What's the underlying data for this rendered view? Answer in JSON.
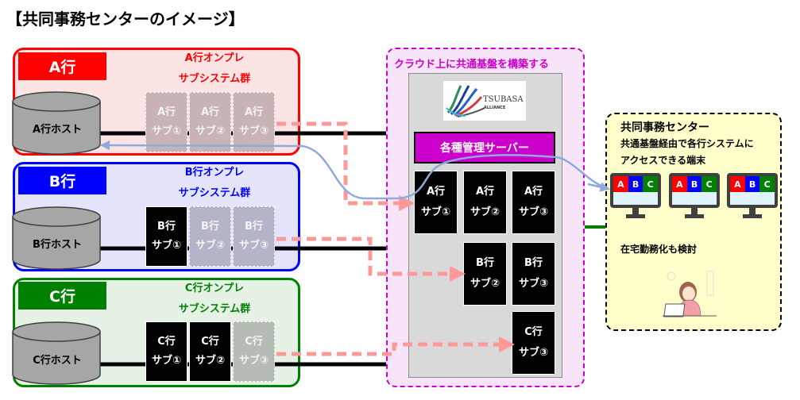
{
  "title": "【共同事務センターのイメージ】",
  "banks": [
    {
      "id": "a",
      "tag": "A行",
      "subtitle1": "A行オンプレ",
      "subtitle2": "サブシステム群",
      "host": "A行ホスト",
      "color": "#ff0000",
      "bg": "#fde4e4",
      "subs": [
        {
          "line1": "A行",
          "line2": "サブ①",
          "active": false
        },
        {
          "line1": "A行",
          "line2": "サブ②",
          "active": false
        },
        {
          "line1": "A行",
          "line2": "サブ③",
          "active": false
        }
      ]
    },
    {
      "id": "b",
      "tag": "B行",
      "subtitle1": "B行オンプレ",
      "subtitle2": "サブシステム群",
      "host": "B行ホスト",
      "color": "#0000ff",
      "bg": "#e4e4fc",
      "subs": [
        {
          "line1": "B行",
          "line2": "サブ①",
          "active": true
        },
        {
          "line1": "B行",
          "line2": "サブ②",
          "active": false
        },
        {
          "line1": "B行",
          "line2": "サブ③",
          "active": false
        }
      ]
    },
    {
      "id": "c",
      "tag": "C行",
      "subtitle1": "C行オンプレ",
      "subtitle2": "サブシステム群",
      "host": "C行ホスト",
      "color": "#008000",
      "bg": "#e6f2e6",
      "subs": [
        {
          "line1": "C行",
          "line2": "サブ①",
          "active": true
        },
        {
          "line1": "C行",
          "line2": "サブ②",
          "active": true
        },
        {
          "line1": "C行",
          "line2": "サブ③",
          "active": false
        }
      ]
    }
  ],
  "cloud": {
    "label": "クラウド上に共通基盤を構築する",
    "logo_text": "TSUBASA",
    "logo_sub": "ALLIANCE",
    "mgmt_server": "各種管理サーバー",
    "subs": [
      {
        "line1": "A行",
        "line2": "サブ①"
      },
      {
        "line1": "A行",
        "line2": "サブ②"
      },
      {
        "line1": "A行",
        "line2": "サブ③"
      },
      {
        "line1": "B行",
        "line2": "サブ②"
      },
      {
        "line1": "B行",
        "line2": "サブ③"
      },
      {
        "line1": "C行",
        "line2": "サブ③"
      }
    ]
  },
  "center": {
    "title": "共同事務センター",
    "desc_line1": "共通基盤経由で各行システムに",
    "desc_line2": "アクセスできる端末",
    "monitor_labels": [
      "A",
      "B",
      "C"
    ],
    "remote": "在宅勤務化も検討"
  },
  "colors": {
    "migrate_arrow": "#ff9999",
    "access_arrow": "#8eaadb",
    "cloud_border": "#cc00cc",
    "link_line": "#008000"
  }
}
